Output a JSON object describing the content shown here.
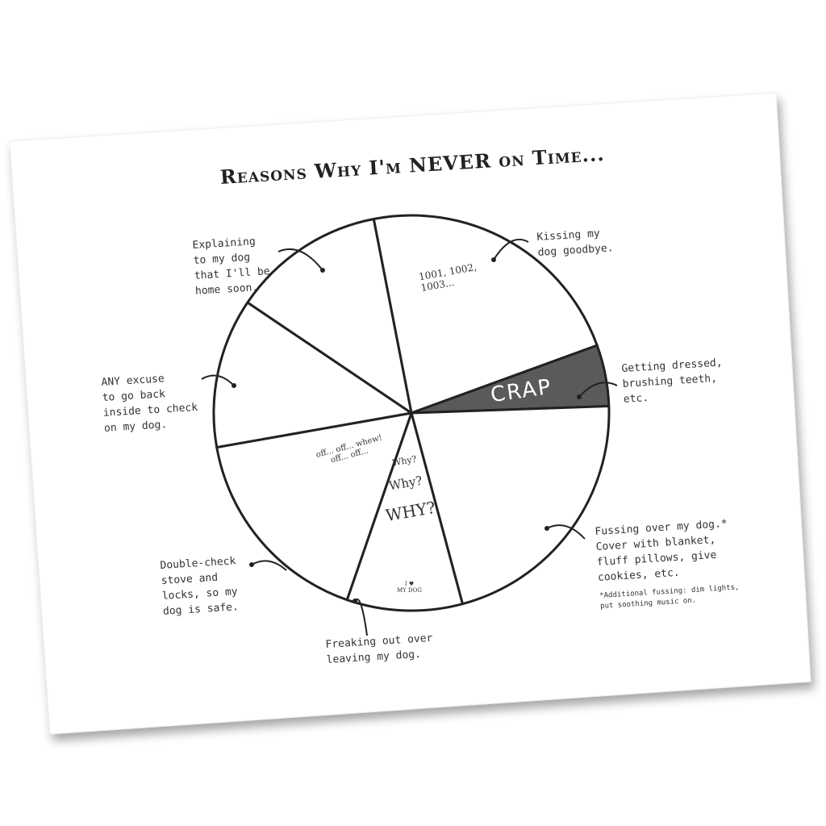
{
  "title": "Reasons Why I'm NEVER on Time...",
  "chart_data": {
    "type": "pie",
    "title": "Reasons Why I'm NEVER on Time...",
    "unit": "degrees",
    "start_angle": -101,
    "slices": [
      {
        "label": "Kissing my dog goodbye.",
        "value": 81,
        "color": "#ffffff"
      },
      {
        "label": "Getting dressed, brushing teeth, etc.",
        "value": 18,
        "color": "#5a5a5a",
        "inner_text": "CRAP"
      },
      {
        "label": "Fussing over my dog.* Cover with blanket, fluff pillows, give cookies, etc.",
        "value": 77,
        "color": "#ffffff"
      },
      {
        "label": "Freaking out over leaving my dog.",
        "value": 34,
        "color": "#ffffff"
      },
      {
        "label": "Double-check stove and locks, so my dog is safe.",
        "value": 61,
        "color": "#ffffff"
      },
      {
        "label": "ANY excuse to go back inside to check on my dog.",
        "value": 44,
        "color": "#ffffff"
      },
      {
        "label": "Explaining to my dog that I'll be home soon.",
        "value": 45,
        "color": "#ffffff"
      }
    ]
  },
  "labels": {
    "explaining": "Explaining\nto my dog\nthat I'll be\nhome soon.",
    "kissing": "Kissing my\ndog goodbye.",
    "dressed": "Getting dressed,\nbrushing teeth,\netc.",
    "any_excuse": "ANY excuse\nto go back\ninside to check\non my dog.",
    "fussing": "Fussing over my dog.*\nCover with blanket,\nfluff pillows, give\ncookies, etc.",
    "footnote": "*Additional fussing: dim lights,\nput soothing music on.",
    "double_check": "Double-check\nstove and\nlocks, so my\ndog is safe.",
    "freaking": "Freaking out over\nleaving my dog."
  },
  "doodles": {
    "crap": "CRAP",
    "counting": "1001, 1002,\n1003...",
    "whys": [
      "Why?",
      "Why?",
      "WHY?"
    ],
    "panting": "off... off... whew!\n     off... off...",
    "shirt": "I ♥\nMY DOG"
  }
}
